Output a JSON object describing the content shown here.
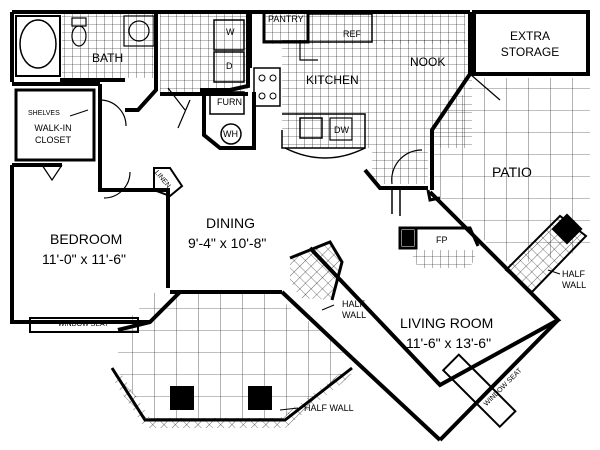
{
  "rooms": {
    "bath": "BATH",
    "pantry": "PANTRY",
    "ref": "REF",
    "washer": "W",
    "dryer": "D",
    "kitchen": "KITCHEN",
    "nook": "NOOK",
    "extra_storage_1": "EXTRA",
    "extra_storage_2": "STORAGE",
    "shelves": "SHELVES",
    "walkin_1": "WALK-IN",
    "walkin_2": "CLOSET",
    "furn": "FURN",
    "wh": "WH",
    "dw": "DW",
    "linen": "LINEN",
    "patio": "PATIO",
    "bedroom_name": "BEDROOM",
    "bedroom_size": "11'-0\" x 11'-6\"",
    "dining_name": "DINING",
    "dining_size": "9'-4\" x 10'-8\"",
    "fp": "FP",
    "half_wall_a1": "HALF",
    "half_wall_a2": "WALL",
    "half_wall_b1": "HALF",
    "half_wall_b2": "WALL",
    "half_wall_c": "HALF WALL",
    "living_name": "LIVING ROOM",
    "living_size": "11'-6\" x 13'-6\"",
    "window_seat_bed": "WINDOW SEAT",
    "window_seat_living": "WINDOW SEAT"
  },
  "colors": {
    "wall": "#000000",
    "tile": "#000000",
    "background": "#ffffff"
  }
}
